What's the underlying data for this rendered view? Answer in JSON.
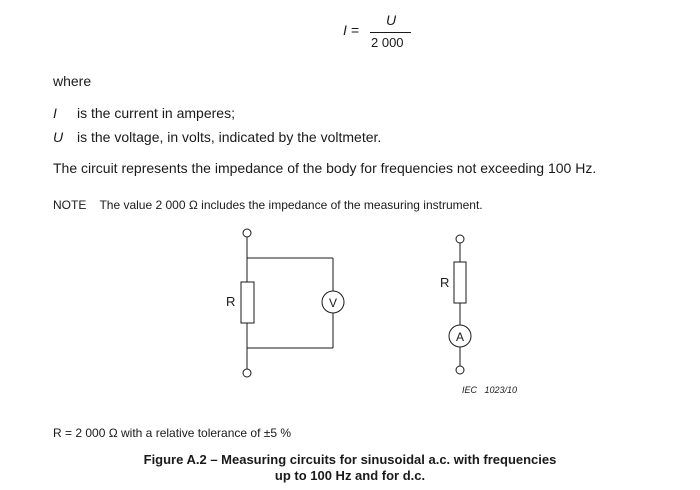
{
  "formula": {
    "lhs": "I =",
    "numerator": "U",
    "denominator": "2 000"
  },
  "where_label": "where",
  "definitions": [
    {
      "symbol": "I",
      "text": "is the current in amperes;"
    },
    {
      "symbol": "U",
      "text": "is the voltage, in volts, indicated by the voltmeter."
    }
  ],
  "paragraph": "The circuit represents the impedance of the body for frequencies not exceeding 100 Hz.",
  "note": "NOTE    The value 2 000 Ω includes the impedance of the measuring instrument.",
  "figure": {
    "left_resistor_label": "R",
    "voltmeter_symbol": "V",
    "right_resistor_label": "R",
    "ammeter_symbol": "A",
    "iec_ref": "IEC   1023/10"
  },
  "r_note": "R = 2 000 Ω with a relative tolerance of ±5 %",
  "caption": {
    "line1": "Figure A.2 – Measuring circuits for sinusoidal a.c. with frequencies",
    "line2": "up to 100 Hz and for d.c."
  }
}
